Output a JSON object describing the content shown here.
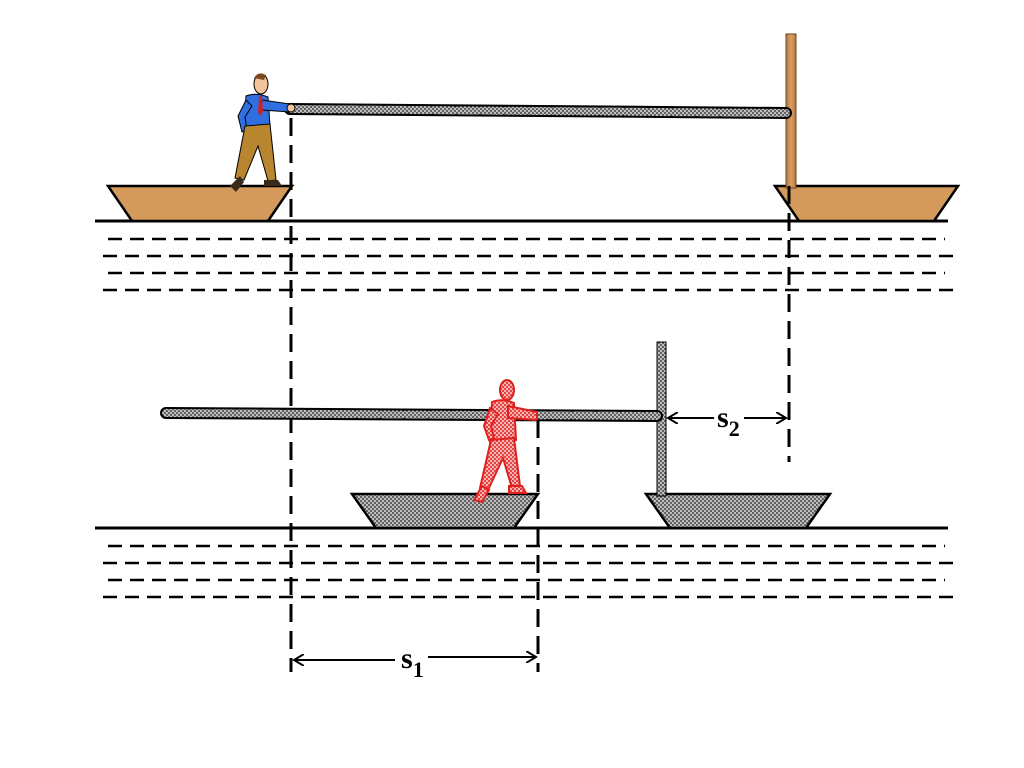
{
  "labels": {
    "s1_main": "s",
    "s1_sub": "1",
    "s2_main": "s",
    "s2_sub": "2"
  },
  "colors": {
    "boat_wood": "#d49a5c",
    "boat_pattern": "#555555",
    "man_shirt": "#2f6fe0",
    "man_pants": "#b8862f",
    "man_silhouette": "#e0201f",
    "pole_wood": "#c98b50",
    "line": "#000000"
  }
}
